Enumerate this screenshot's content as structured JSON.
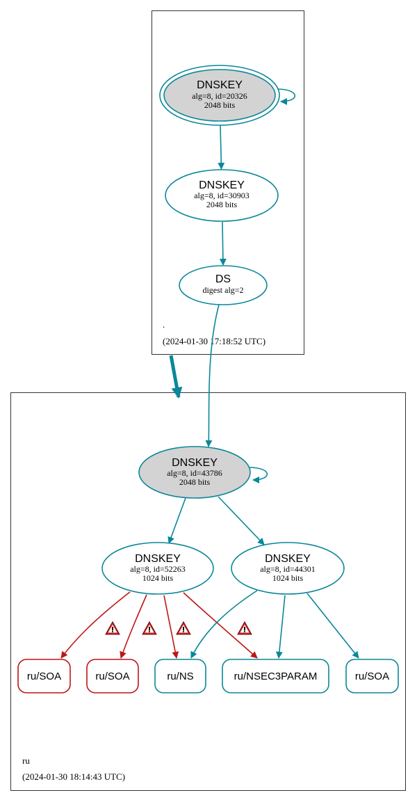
{
  "root_zone": {
    "name": ".",
    "timestamp": "(2024-01-30 17:18:52 UTC)",
    "ksk": {
      "type": "DNSKEY",
      "detail": "alg=8, id=20326",
      "size": "2048 bits"
    },
    "zsk": {
      "type": "DNSKEY",
      "detail": "alg=8, id=30903",
      "size": "2048 bits"
    },
    "ds": {
      "type": "DS",
      "detail": "digest alg=2"
    }
  },
  "ru_zone": {
    "name": "ru",
    "timestamp": "(2024-01-30 18:14:43 UTC)",
    "ksk": {
      "type": "DNSKEY",
      "detail": "alg=8, id=43786",
      "size": "2048 bits"
    },
    "zsk_a": {
      "type": "DNSKEY",
      "detail": "alg=8, id=52263",
      "size": "1024 bits"
    },
    "zsk_b": {
      "type": "DNSKEY",
      "detail": "alg=8, id=44301",
      "size": "1024 bits"
    },
    "records": {
      "soa_1": "ru/SOA",
      "soa_2": "ru/SOA",
      "ns": "ru/NS",
      "nsec3param": "ru/NSEC3PARAM",
      "soa_3": "ru/SOA"
    }
  },
  "colors": {
    "secure": "#0a879a",
    "bogus": "#be1515",
    "ksk_fill": "#d3d3d3"
  }
}
